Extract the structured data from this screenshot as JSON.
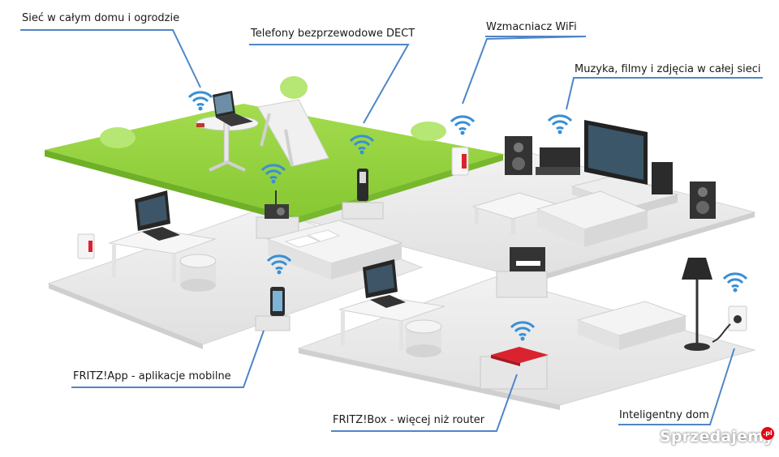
{
  "callouts": {
    "home_network": "Sieć w całym domu i ogrodzie",
    "dect_phones": "Telefony bezprzewodowe DECT",
    "wifi_repeater": "Wzmacniacz WiFi",
    "media": "Muzyka, filmy i zdjęcia w całej sieci",
    "fritz_app": "FRITZ!App - aplikacje mobilne",
    "fritz_box": "FRITZ!Box - więcej niż router",
    "smart_home": "Inteligentny dom"
  },
  "watermark": {
    "text": "Sprzedajemy",
    "badge": ".pl"
  },
  "colors": {
    "leader_line": "#4f86c6",
    "wifi_signal": "#3a8fd6",
    "lawn": "#8fd13a",
    "floor": "#e9e9e9",
    "fritzbox_red": "#d9232e"
  }
}
